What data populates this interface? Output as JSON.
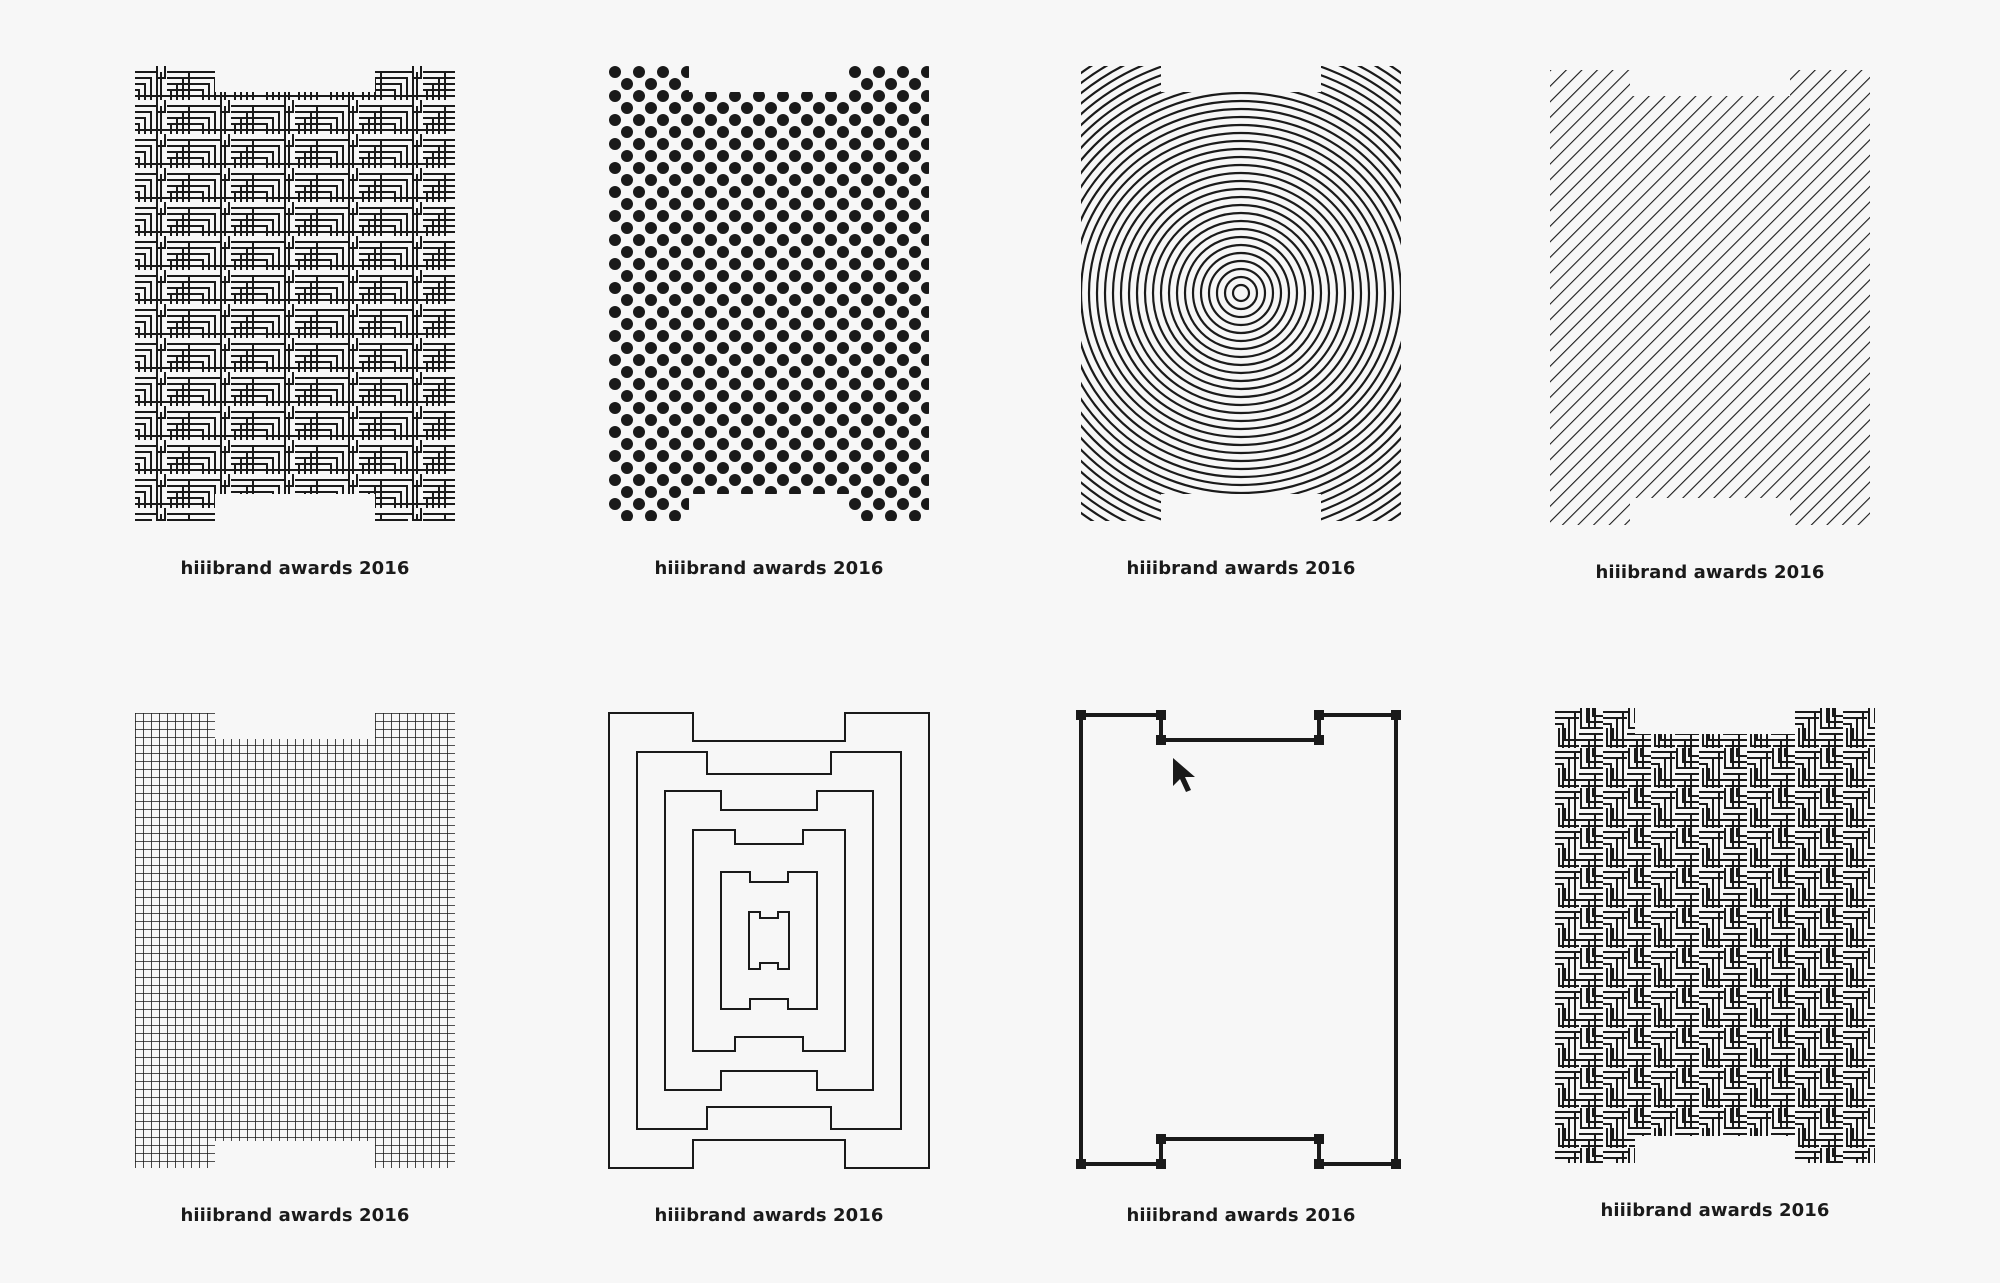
{
  "posters": [
    {
      "caption": "hiiibrand awards 2016",
      "pattern": "zigzag-lines-icon"
    },
    {
      "caption": "hiiibrand awards 2016",
      "pattern": "dot-grid-icon"
    },
    {
      "caption": "hiiibrand awards 2016",
      "pattern": "concentric-circles-icon"
    },
    {
      "caption": "hiiibrand awards 2016",
      "pattern": "diagonal-lines-icon"
    },
    {
      "caption": "hiiibrand awards 2016",
      "pattern": "square-grid-icon"
    },
    {
      "caption": "hiiibrand awards 2016",
      "pattern": "nested-outlines-icon"
    },
    {
      "caption": "hiiibrand awards 2016",
      "pattern": "editable-outline-icon"
    },
    {
      "caption": "hiiibrand awards 2016",
      "pattern": "maze-lines-icon"
    }
  ],
  "colors": {
    "ink": "#1a1a1a",
    "background": "#f7f7f7"
  }
}
